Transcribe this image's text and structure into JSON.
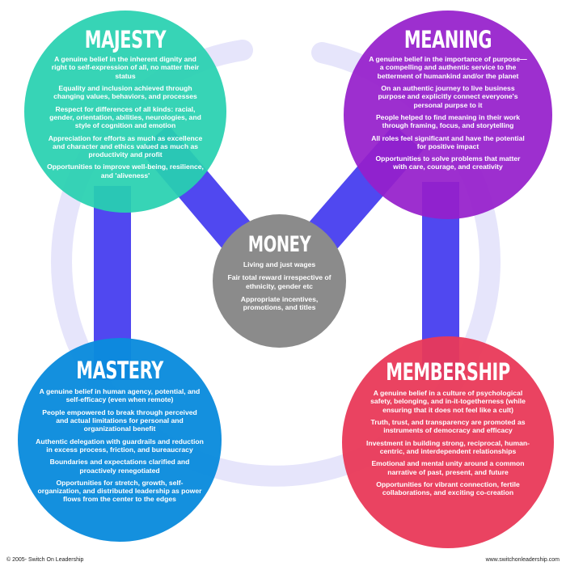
{
  "colors": {
    "majesty": "#28d1b0",
    "meaning": "#961fcb",
    "money": "#8b8b8b",
    "mastery": "#0a8bdd",
    "membership": "#e93958",
    "connector": "#5048f0",
    "ring": "#e6e5fb"
  },
  "majesty": {
    "title": "MAJESTY",
    "items": [
      "A genuine belief in the inherent dignity and right to self-expression of all, no matter their status",
      "Equality and inclusion achieved through changing values, behaviors, and processes",
      "Respect for differences of all kinds: racial, gender, orientation, abilities, neurologies, and style of cognition and emotion",
      "Appreciation for efforts as much as excellence and character and ethics valued as much as productivity and profit",
      "Opportunities to improve well-being, resilience, and 'aliveness'"
    ]
  },
  "meaning": {
    "title": "MEANING",
    "items": [
      "A genuine belief in the importance of purpose—a compelling and authentic service to the betterment of humankind and/or the planet",
      "On an authentic journey to live business purpose and explicitly connect everyone's personal purpse to it",
      "People helped to find meaning in their work through framing, focus, and storytelling",
      "All roles feel significant and have the potential for positive impact",
      "Opportunities to solve problems that matter with care, courage, and creativity"
    ]
  },
  "money": {
    "title": "MONEY",
    "items": [
      "Living and just wages",
      "Fair total reward irrespective of ethnicity, gender etc",
      "Appropriate incentives, promotions, and titles"
    ]
  },
  "mastery": {
    "title": "MASTERY",
    "items": [
      "A genuine belief in human agency, potential, and self-efficacy (even when remote)",
      "People empowered to break through perceived and actual limitations for personal and organizational benefit",
      "Authentic delegation with guardrails and reduction in excess process, friction, and bureaucracy",
      "Boundaries and expectations clarified and proactively renegotiated",
      "Opportunities for stretch, growth, self-organization, and distributed leadership as power flows from the center to the edges"
    ]
  },
  "membership": {
    "title": "MEMBERSHIP",
    "items": [
      "A genuine belief in a culture of psychological safety, belonging, and in-it-togetherness (while ensuring that it does not feel like a cult)",
      "Truth, trust, and transparency are promoted as instruments of democracy and efficacy",
      "Investment in building strong, reciprocal, human-centric, and interdependent relationships",
      "Emotional and mental unity around a common narrative of past, present, and future",
      "Opportunities for vibrant connection, fertile collaborations, and exciting co-creation"
    ]
  },
  "footer": {
    "copyright": "© 2005- Switch On Leadership",
    "website": "www.switchonleadership.com"
  }
}
